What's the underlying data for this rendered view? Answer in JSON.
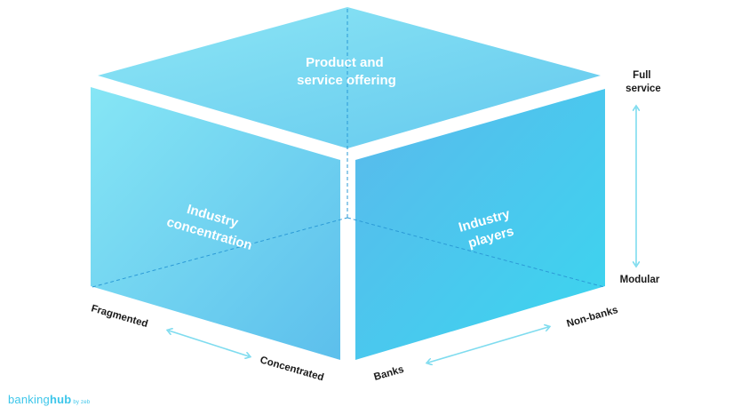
{
  "faces": {
    "top": "Product and\nservice offering",
    "left": "Industry\nconcentration",
    "right": "Industry\nplayers"
  },
  "axes": {
    "vertical": {
      "top": "Full\nservice",
      "bottom": "Modular"
    },
    "left_edge": {
      "start": "Fragmented",
      "end": "Concentrated"
    },
    "right_edge": {
      "start": "Banks",
      "end": "Non-banks"
    }
  },
  "brand": {
    "part1": "banking",
    "part2": "hub",
    "suffix": "by zeb"
  },
  "colors": {
    "face_light": "#88e4f4",
    "face_mid": "#6fcfef",
    "face_deep": "#4fc0ec",
    "face_cyan": "#3ad3ef",
    "arrow": "#7fdcef",
    "dash": "#2b9ad6",
    "text_dark": "#1a1a1a"
  }
}
